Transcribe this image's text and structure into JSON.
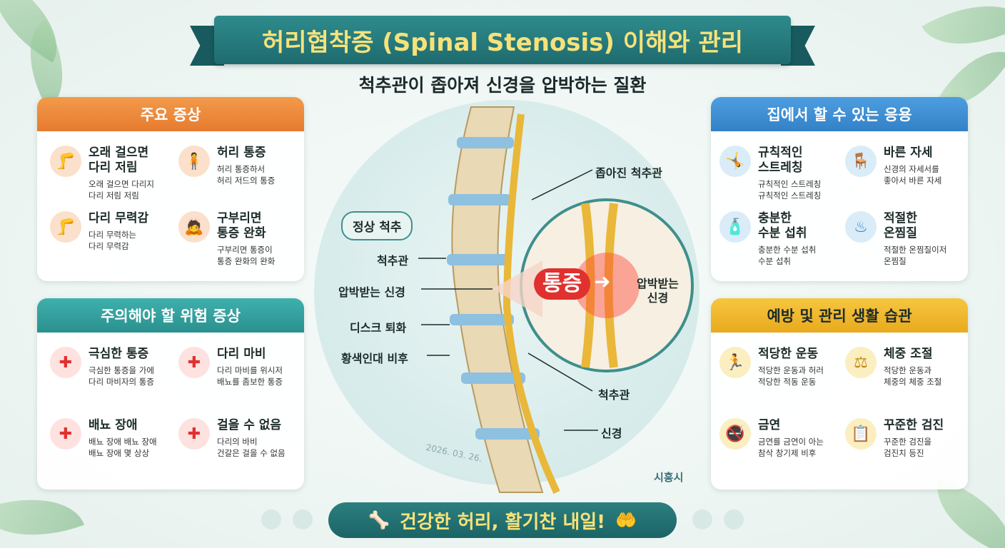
{
  "title": "허리협착증 (Spinal Stenosis) 이해와 관리",
  "subtitle": "척추관이 좁아져 신경을 압박하는 질환",
  "colors": {
    "teal": "#1e6b6f",
    "orange": "#ef8a3c",
    "blue": "#3d8fd6",
    "gold": "#f1b52e",
    "red": "#e0312f"
  },
  "symptoms": {
    "heading": "주요 증상",
    "items": [
      {
        "icon": "legs-icon",
        "title": "오래 걸으면\n다리 저림",
        "desc": "오래 걸으면 다리지\n다리 저림 저림"
      },
      {
        "icon": "back-pain-icon",
        "title": "허리 통증",
        "desc": "허리 통증하서\n허리 저드의 통증"
      },
      {
        "icon": "legs-icon",
        "title": "다리 무력감",
        "desc": "다리 무력하는\n다리 무력감"
      },
      {
        "icon": "bending-icon",
        "title": "구부리면\n통증 완화",
        "desc": "구부리면 통증이\n통증 완화의 완화"
      }
    ]
  },
  "danger": {
    "heading": "주의해야 할 위험 증상",
    "items": [
      {
        "icon": "red-cross-icon",
        "title": "극심한 통증",
        "desc": "극심한 통증을 가에\n다리 마비자의 통증"
      },
      {
        "icon": "red-cross-icon",
        "title": "다리 마비",
        "desc": "다리 마비를 위시저\n배뇨를 좀보한 통증"
      },
      {
        "icon": "red-cross-icon",
        "title": "배뇨 장애",
        "desc": "배뇨 장애 배뇨 장애\n배뇨 장애 몇 상상"
      },
      {
        "icon": "red-cross-icon",
        "title": "걸을 수 없음",
        "desc": "다리의 바비\n건갈은 걸을 수 없음"
      }
    ]
  },
  "home": {
    "heading": "집에서 할 수 있는 응용",
    "items": [
      {
        "icon": "stretch-icon",
        "title": "규칙적인\n스트레칭",
        "desc": "규칙적인 스트레칭\n규칙적인 스트레칭"
      },
      {
        "icon": "posture-icon",
        "title": "바른 자세",
        "desc": "신경의 자세서를\n좋아서 바른 자세"
      },
      {
        "icon": "water-bottle-icon",
        "title": "충분한\n수분 섭취",
        "desc": "충분한 수분 섭취\n수분 섭취"
      },
      {
        "icon": "heat-pack-icon",
        "title": "적절한\n온찜질",
        "desc": "적절한 온찜질이저\n온찜질"
      }
    ]
  },
  "habits": {
    "heading": "예방 및 관리 생활 습관",
    "items": [
      {
        "icon": "exercise-icon",
        "title": "적당한 운동",
        "desc": "적당한 운동과 허러\n적당한 적동 운동"
      },
      {
        "icon": "scale-icon",
        "title": "체중 조절",
        "desc": "적당한 운동과\n체중의 체중 조절"
      },
      {
        "icon": "no-smoking-icon",
        "title": "금연",
        "desc": "금연를 금연이 아는\n참삭 창기제 비후"
      },
      {
        "icon": "clipboard-icon",
        "title": "꾸준한 검진",
        "desc": "꾸준한 검진을\n검진치 등진"
      }
    ]
  },
  "diagram": {
    "normal": "정상 척추",
    "canal": "척추관",
    "compressed_nerve": "압박받는 신경",
    "disc": "디스크 퇴화",
    "ligament": "황색인대 비후",
    "narrowed": "좁아진 척추관",
    "pain": "통증",
    "zoom_nerve": "압박받는\n신경",
    "canal_right": "척추관",
    "nerve": "신경",
    "date": "2026. 03. 26.",
    "city": "시흥시"
  },
  "footer": "건강한 허리, 활기찬 내일!"
}
